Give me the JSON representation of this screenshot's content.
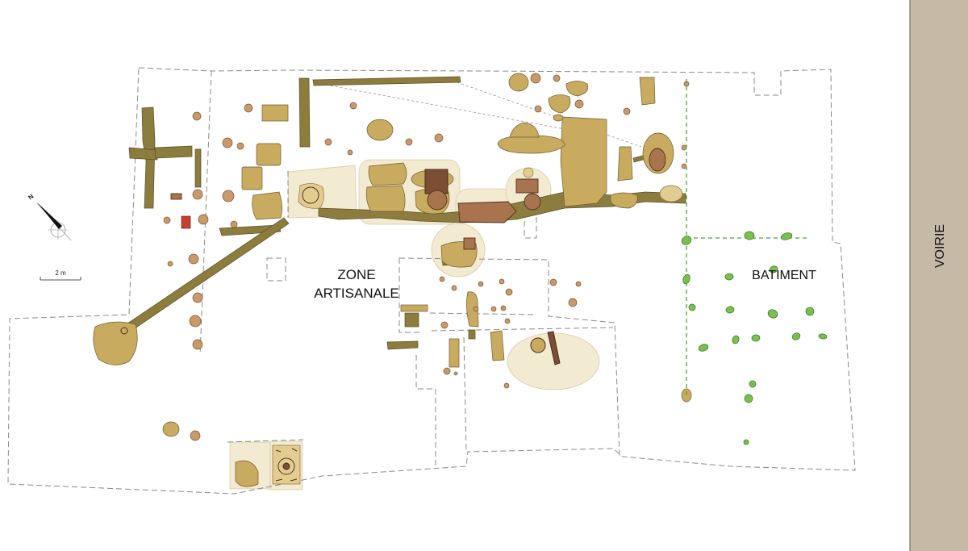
{
  "map": {
    "zone_artisanale": [
      "ZONE",
      "ARTISANALE"
    ],
    "batiment": "BATIMENT",
    "voirie": "VOIRIE",
    "scale_label": "2 m",
    "north_label": "N"
  },
  "icons": {
    "north_arrow": "north-arrow-icon",
    "scale_bar": "scale-bar-icon"
  },
  "colors": {
    "feature_ochre": "#c9ab5f",
    "ditch_olive": "#8c7d3f",
    "pit_brown": "#c8996a",
    "structure_brown": "#a8744e",
    "red_marker": "#c8402a",
    "halo_beige": "#f3ead2",
    "posthole_green": "#7bc04e",
    "building_line_green": "#4aa52a",
    "voirie_band": "#c4baa6",
    "boundary_dashed": "#8a8a8a"
  }
}
